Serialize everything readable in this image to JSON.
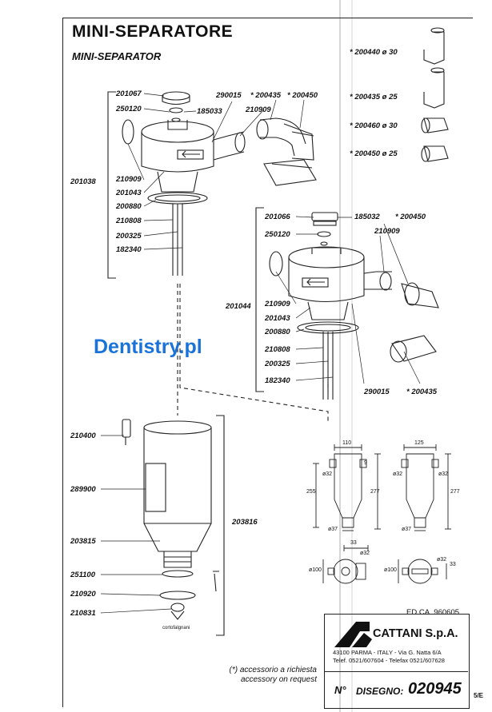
{
  "title": "MINI-SEPARATORE",
  "subtitle": "MINI-SEPARATOR",
  "watermark": "Dentistry.pl",
  "accessories": [
    {
      "code": "* 200440 ø 30"
    },
    {
      "code": "* 200435 ø 25"
    },
    {
      "code": "* 200460 ø 30"
    },
    {
      "code": "* 200450 ø 25"
    }
  ],
  "upper_assembly": {
    "group_code": "201038",
    "left_labels": [
      "201067",
      "250120",
      "210909",
      "201043",
      "200880",
      "210808",
      "200325",
      "182340"
    ],
    "top_labels": [
      "185033",
      "290015",
      "210909",
      "* 200435",
      "* 200450"
    ]
  },
  "middle_assembly": {
    "group_code": "201044",
    "left_labels": [
      "201066",
      "250120",
      "210909",
      "201043",
      "200880",
      "210808",
      "200325",
      "182340"
    ],
    "right_labels": [
      "185032",
      "* 200450",
      "210909"
    ],
    "bottom_labels": [
      "290015",
      "* 200435"
    ]
  },
  "lower_assembly": {
    "group_code": "203816",
    "labels": [
      "210400",
      "289900",
      "203815",
      "251100",
      "210920",
      "210831"
    ],
    "maker_mark": "cortofalgnani"
  },
  "dimensions": {
    "d110": "110",
    "d125": "125",
    "d9": "9",
    "d32": "ø32",
    "d255": "255",
    "d277": "277",
    "d37": "ø37",
    "d33": "33",
    "d100": "ø100"
  },
  "note_it": "(*) accessorio a richiesta",
  "note_en": "accessory on request",
  "edition": "ED.CA. 960605",
  "company": "CATTANI S.p.A.",
  "address_1": "43100 PARMA - ITALY - Via G. Natta 6/A",
  "address_2": "Telef. 0521/607604 - Telefax 0521/607628",
  "drawing_prefix": "N°",
  "drawing_label": "DISEGNO:",
  "drawing_number": "020945",
  "page_number": "5/E"
}
